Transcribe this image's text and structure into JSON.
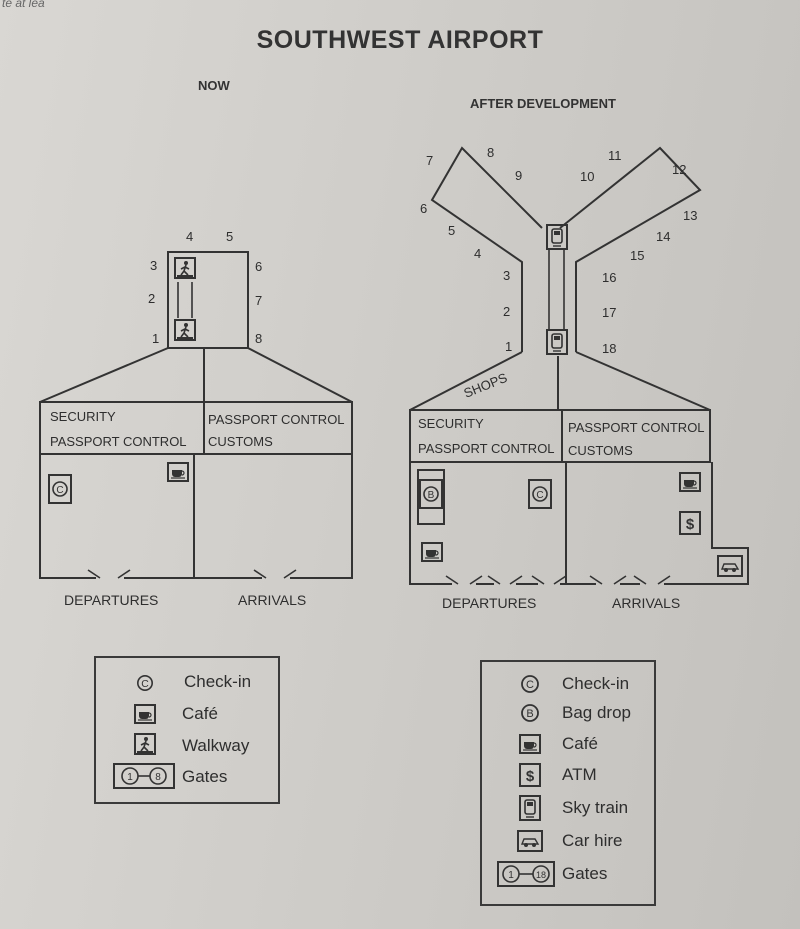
{
  "corner_text": "te at lea",
  "title": "SOUTHWEST AIRPORT",
  "now": {
    "label": "NOW",
    "gates": [
      "1",
      "2",
      "3",
      "4",
      "5",
      "6",
      "7",
      "8"
    ],
    "zones": {
      "left_top_1": "SECURITY",
      "left_top_2": "PASSPORT CONTROL",
      "right_top_1": "PASSPORT CONTROL",
      "right_top_2": "CUSTOMS"
    },
    "departures": "DEPARTURES",
    "arrivals": "ARRIVALS",
    "legend": [
      {
        "icon": "check-in-icon",
        "label": "Check-in"
      },
      {
        "icon": "cafe-icon",
        "label": "Café"
      },
      {
        "icon": "walkway-icon",
        "label": "Walkway"
      },
      {
        "icon": "gates-icon",
        "label": "Gates"
      }
    ],
    "legend_gate_range": [
      "1",
      "8"
    ]
  },
  "after": {
    "label": "AFTER DEVELOPMENT",
    "gates": [
      "1",
      "2",
      "3",
      "4",
      "5",
      "6",
      "7",
      "8",
      "9",
      "10",
      "11",
      "12",
      "13",
      "14",
      "15",
      "16",
      "17",
      "18"
    ],
    "shops": "SHOPS",
    "zones": {
      "left_top_1": "SECURITY",
      "left_top_2": "PASSPORT CONTROL",
      "right_top_1": "PASSPORT CONTROL",
      "right_top_2": "CUSTOMS"
    },
    "departures": "DEPARTURES",
    "arrivals": "ARRIVALS",
    "legend": [
      {
        "icon": "check-in-icon",
        "label": "Check-in"
      },
      {
        "icon": "bag-drop-icon",
        "label": "Bag drop"
      },
      {
        "icon": "cafe-icon",
        "label": "Café"
      },
      {
        "icon": "atm-icon",
        "label": "ATM"
      },
      {
        "icon": "sky-train-icon",
        "label": "Sky train"
      },
      {
        "icon": "car-hire-icon",
        "label": "Car hire"
      },
      {
        "icon": "gates-icon",
        "label": "Gates"
      }
    ],
    "legend_gate_range": [
      "1",
      "18"
    ]
  },
  "icon_glyphs": {
    "check-in": "C",
    "bag-drop": "B",
    "atm": "$"
  }
}
